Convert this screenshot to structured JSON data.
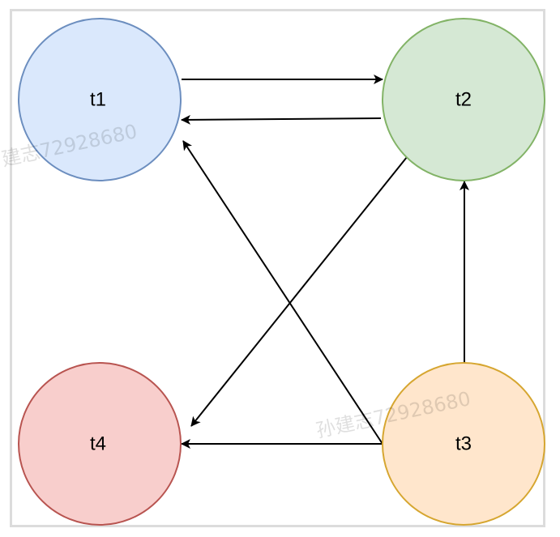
{
  "nodes": [
    {
      "id": "t1",
      "label": "t1",
      "fill": "#dae8fc",
      "stroke": "#6c8ebf"
    },
    {
      "id": "t2",
      "label": "t2",
      "fill": "#d5e8d4",
      "stroke": "#82b366"
    },
    {
      "id": "t3",
      "label": "t3",
      "fill": "#ffe6cc",
      "stroke": "#d6a630"
    },
    {
      "id": "t4",
      "label": "t4",
      "fill": "#f8cecc",
      "stroke": "#b85450"
    }
  ],
  "edges": [
    {
      "from": "t1",
      "to": "t2"
    },
    {
      "from": "t2",
      "to": "t1"
    },
    {
      "from": "t3",
      "to": "t1"
    },
    {
      "from": "t2",
      "to": "t4"
    },
    {
      "from": "t3",
      "to": "t2"
    },
    {
      "from": "t3",
      "to": "t4"
    }
  ],
  "watermarks": [
    "建志72928680",
    "孙建志72928680"
  ],
  "colors": {
    "edge": "#000000",
    "frame": "#dcdcdc",
    "background": "#ffffff"
  }
}
